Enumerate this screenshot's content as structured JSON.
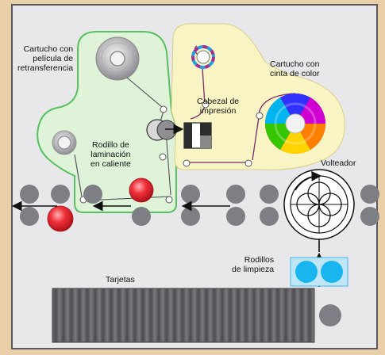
{
  "labels": {
    "retransfer_cartridge": "Cartucho con\npelícula de\nretransferencia",
    "color_ribbon_cartridge": "Cartucho con\ncinta de color",
    "print_head": "Cabezal de\nimpresión",
    "lamination_roller": "Rodillo de\nlaminación\nen caliente",
    "flipper": "Volteador",
    "cleaning_rollers": "Rodillos\nde limpieza",
    "cards": "Tarjetas"
  },
  "colors": {
    "background": "#e9cfa7",
    "panel": "#e8e8ea",
    "retransfer_panel_fill": "#dff3d8",
    "retransfer_panel_stroke": "#58c060",
    "ribbon_panel_fill": "#f8f4c4",
    "film_path": "#7a2a6a",
    "roller_gray": "#7d7f84",
    "heated_roller": "#e8262d",
    "cleaning_roller": "#19b5ef",
    "card_stack": "#5b5b5f"
  },
  "icons": [
    "arrow-left-icon",
    "arrow-up-icon",
    "rotation-arrow-icon"
  ]
}
